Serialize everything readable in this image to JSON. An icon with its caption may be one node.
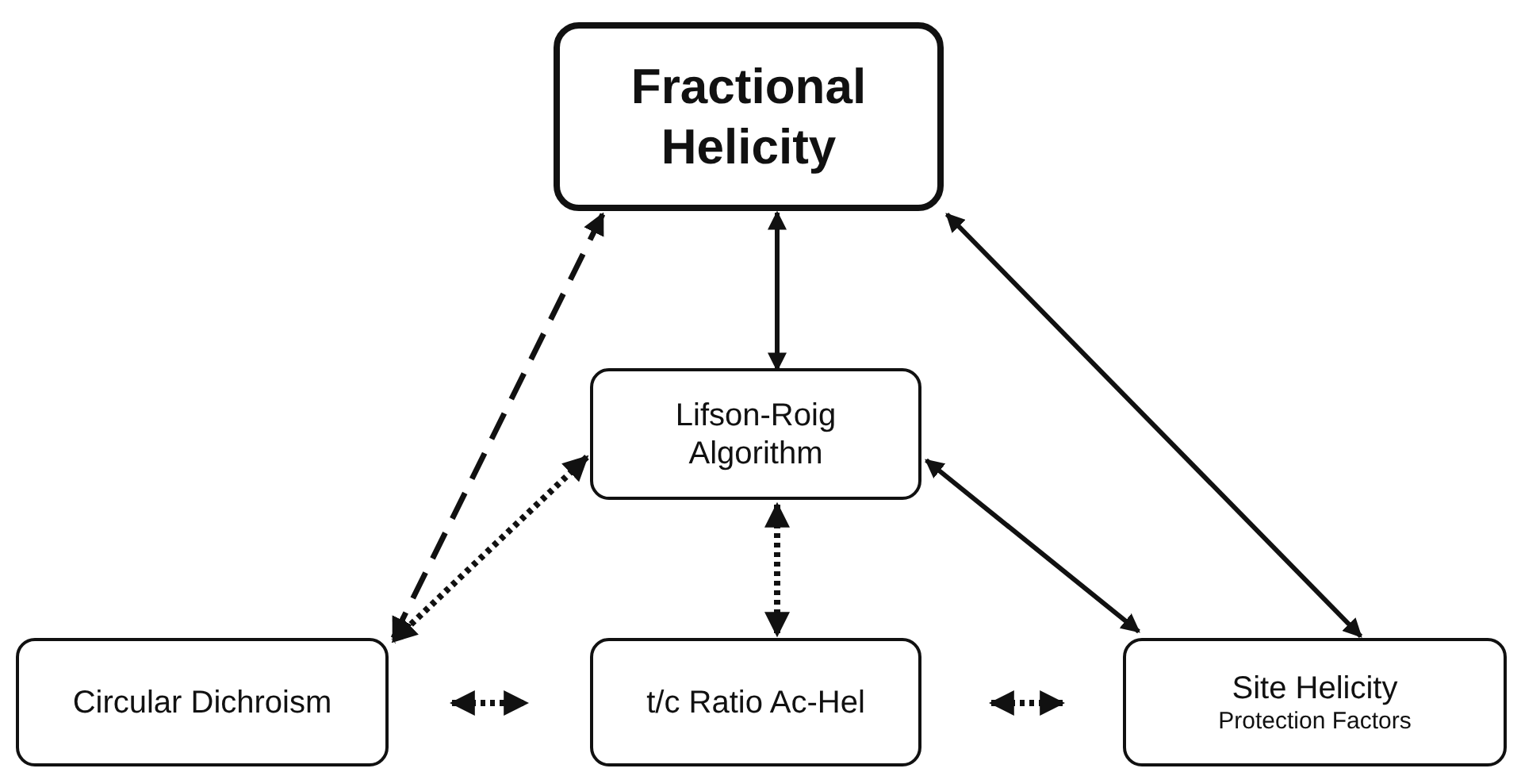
{
  "diagram": {
    "nodes": [
      {
        "text": [
          "Fractional Helicity"
        ]
      },
      {
        "text": [
          "Lifson-Roig Algorithm"
        ]
      },
      {
        "text": [
          "Circular Dichroism"
        ]
      },
      {
        "text": [
          "t/c Ratio Ac-Hel"
        ]
      },
      {
        "text": [
          "Site Helicity",
          "Protection Factors"
        ]
      }
    ],
    "edges": [
      {
        "from": 0,
        "to": 2,
        "arrow": "both",
        "style": "dashed"
      },
      {
        "from": 0,
        "to": 1,
        "arrow": "both"
      },
      {
        "from": 0,
        "to": 4,
        "arrow": "both"
      },
      {
        "from": 1,
        "to": 4,
        "arrow": "both"
      },
      {
        "from": 1,
        "to": 2,
        "arrow": "both",
        "style": "dashed"
      },
      {
        "from": 1,
        "to": 3,
        "arrow": "both",
        "style": "dashed"
      },
      {
        "from": 2,
        "to": 3,
        "arrow": "both",
        "style": "dashed"
      },
      {
        "from": 3,
        "to": 4,
        "arrow": "both",
        "style": "dashed"
      }
    ]
  }
}
